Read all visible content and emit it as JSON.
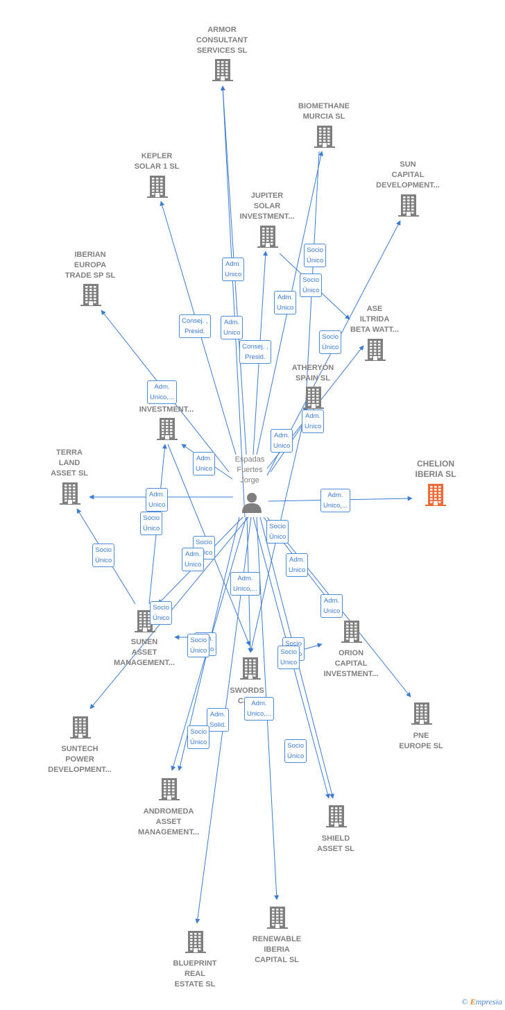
{
  "colors": {
    "node": "#7f7f7f",
    "focus": "#f06a35",
    "edge": "#3a7bd5"
  },
  "person": {
    "label": "Espadas\nFuertes\nJorge"
  },
  "companies": [
    {
      "id": "armor",
      "label": "ARMOR\nCONSULTANT\nSERVICES  SL"
    },
    {
      "id": "biomethane",
      "label": "BIOMETHANE\nMURCIA  SL"
    },
    {
      "id": "kepler",
      "label": "KEPLER\nSOLAR 1  SL"
    },
    {
      "id": "sun",
      "label": "SUN\nCAPITAL\nDEVELOPMENT..."
    },
    {
      "id": "jupiter",
      "label": "JUPITER\nSOLAR\nINVESTMENT..."
    },
    {
      "id": "iberian",
      "label": "IBERIAN\nEUROPA\nTRADE SP  SL"
    },
    {
      "id": "ase",
      "label": "ASE\nILTRIDA\nBETA WATT..."
    },
    {
      "id": "atheryon",
      "label": "ATHERYON\nSPAIN  SL"
    },
    {
      "id": "bi",
      "label": "BI          E\nINVESTMENT..."
    },
    {
      "id": "terra",
      "label": "TERRA\nLAND\nASSET  SL"
    },
    {
      "id": "chelion",
      "label": "CHELION\nIBERIA  SL",
      "focus": true
    },
    {
      "id": "sunen",
      "label": "SUNEN\nASSET\nMANAGEMENT..."
    },
    {
      "id": "orion",
      "label": "ORION\nCAPITAL\nINVESTMENT..."
    },
    {
      "id": "swords",
      "label": "SWORDS\nCAPI"
    },
    {
      "id": "pne",
      "label": "PNE\nEUROPE  SL"
    },
    {
      "id": "suntech",
      "label": "SUNTECH\nPOWER\nDEVELOPMENT..."
    },
    {
      "id": "andromeda",
      "label": "ANDROMEDA\nASSET\nMANAGEMENT..."
    },
    {
      "id": "shield",
      "label": "SHIELD\nASSET  SL"
    },
    {
      "id": "blueprint",
      "label": "BLUEPRINT\nREAL\nESTATE  SL"
    },
    {
      "id": "renewable",
      "label": "RENEWABLE\nIBERIA\nCAPITAL  SL"
    }
  ],
  "edge_labels": [
    "Adm.\nUnico",
    "Socio\nÚnico",
    "Socio\nÚnico",
    "Adm.\nUnico",
    "Consej. ,\nPresid.",
    "Consej. ,\nPresid.",
    "Socio\nÚnico",
    "Adm.\nUnico,...",
    "Adm.\nUnico",
    "Adm.\nUnico",
    "Adm.\nUnico",
    "Adm.\nUnico",
    "Adm.\nUnico,...",
    "Socio\nÚnico",
    "Socio\nÚnico",
    "Socio\nÚnico",
    "Socio\nÚnico",
    "Adm.\nUnico",
    "Socio\nÚnico",
    "Adm.\nUnico",
    "Adm.\nUnico,...",
    "Adm.\nUnico",
    "Socio\nÚnico",
    "Socio\nUnico",
    "Adm.\nUnico",
    "Adm.\nUnico",
    "Socio\nÚnico",
    "Adm.\nUnico,...",
    "Adm.\nSolid.",
    "Socio\nÚnico",
    "Socio\nÚnico"
  ],
  "watermark": {
    "symbol": "©",
    "brand_e": "E",
    "brand_rest": "mpresia"
  }
}
